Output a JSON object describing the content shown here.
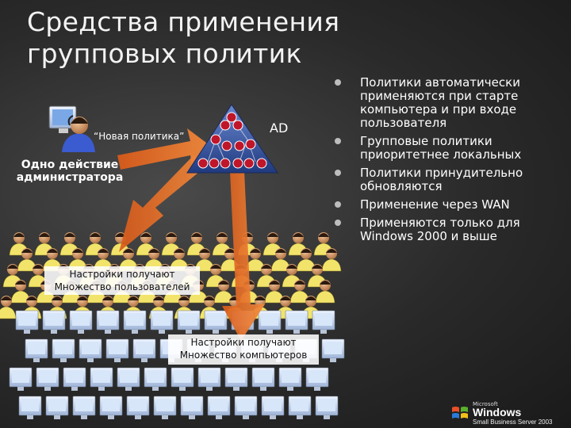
{
  "title": {
    "line1": "Средства применения",
    "line2": "групповых политик"
  },
  "bullets": [
    "Политики автоматически применяются при старте компьютера и при входе пользователя",
    "Групповые политики приоритетнее локальных",
    "Политики принудительно обновляются",
    "Применение через WAN",
    "Применяются только для Windows 2000 и выше"
  ],
  "diagram": {
    "new_policy_label": "“Новая политика”",
    "admin_label": "Одно действие администратора",
    "ad_label": "AD",
    "users_box": "Настройки получают Множество пользователей",
    "computers_box": "Настройки получают Множество компьютеров"
  },
  "logo": {
    "vendor": "Microsoft",
    "product": "Windows",
    "edition": "Small Business Server 2003"
  },
  "colors": {
    "arrow": "#e8702a",
    "node": "#c0162a",
    "pyramid": "#3c5aa8",
    "shirt": "#f2e46a"
  }
}
